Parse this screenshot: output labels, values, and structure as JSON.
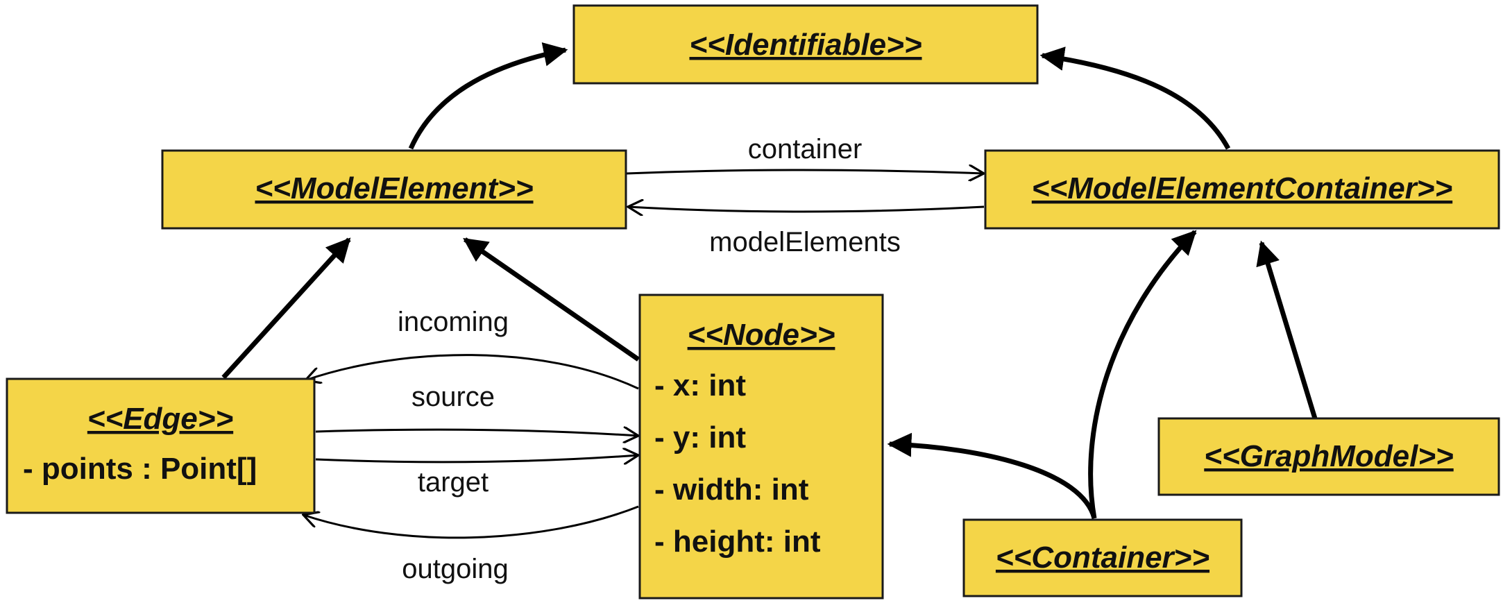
{
  "classes": {
    "identifiable": {
      "title": "<<Identifiable>>"
    },
    "model_element": {
      "title": "<<ModelElement>>"
    },
    "model_element_container": {
      "title": "<<ModelElementContainer>>"
    },
    "node": {
      "title": "<<Node>>",
      "attributes": [
        "-  x: int",
        "-  y: int",
        "-  width: int",
        "-  height: int"
      ]
    },
    "edge": {
      "title": "<<Edge>>",
      "attributes": [
        "-   points : Point[]"
      ]
    },
    "graph_model": {
      "title": "<<GraphModel>>"
    },
    "container": {
      "title": "<<Container>>"
    }
  },
  "associations": {
    "container": "container",
    "model_elements": "modelElements",
    "incoming": "incoming",
    "source": "source",
    "target": "target",
    "outgoing": "outgoing"
  },
  "colors": {
    "class_fill": "#f4d548",
    "stroke": "#1a1a1a"
  }
}
